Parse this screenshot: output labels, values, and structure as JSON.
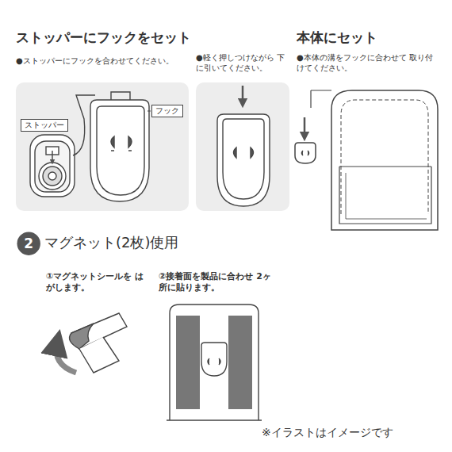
{
  "diagram": {
    "nodes": [
      {
        "text": [
          "ストッパー"
        ]
      },
      {
        "text": [
          "フック"
        ]
      },
      {
        "text": [
          "2"
        ]
      }
    ],
    "labels": [
      "ストッパーにフックをセット",
      "●ストッパーにフックを合わせてください。",
      "●軽く押しつけながら 下に引いてください。",
      "本体にセット",
      "●本体の溝をフックに合わせて 取り付けてください。",
      "マグネット(2枚)使用",
      "①マグネットシールを はがします。",
      "②接着面を製品に合わせ 2ヶ所に貼ります。",
      "※イラストはイメージです"
    ]
  }
}
